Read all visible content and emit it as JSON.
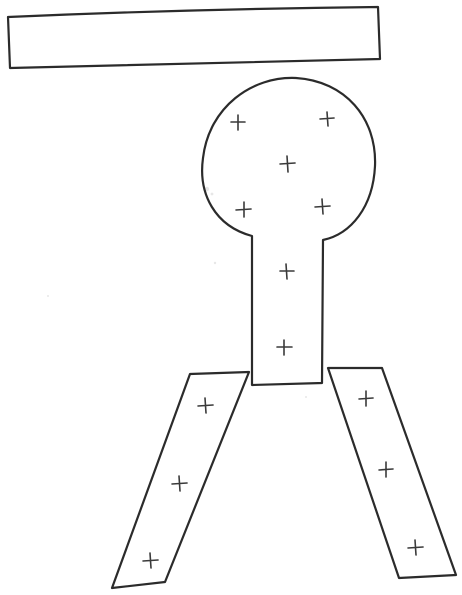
{
  "drawing": {
    "ink_color": "#2b2b2b",
    "background_color": "#ffffff",
    "marker_symbol": "+",
    "marker_counts": {
      "bulb": 5,
      "stem": 2,
      "left_leg": 3,
      "right_leg": 3
    }
  }
}
